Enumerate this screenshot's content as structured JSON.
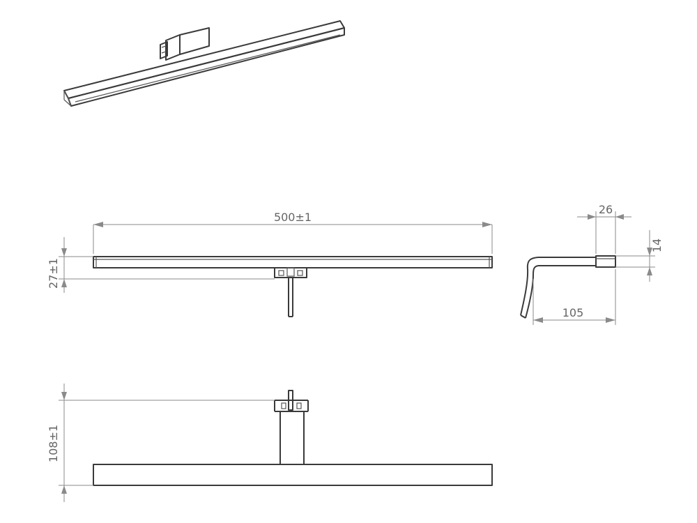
{
  "dimensions": {
    "overall_length": "500±1",
    "bar_height": "27±1",
    "total_height": "108±1",
    "side_depth": "26",
    "side_height": "14",
    "side_projection": "105"
  }
}
